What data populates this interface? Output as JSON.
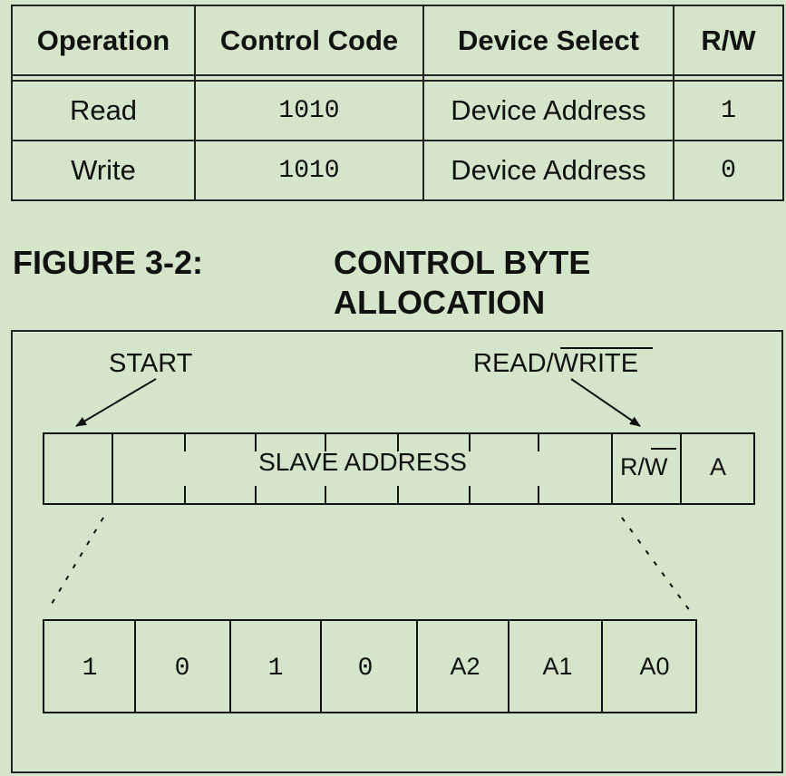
{
  "table": {
    "headers": [
      "Operation",
      "Control Code",
      "Device Select",
      "R/W"
    ],
    "rows": [
      [
        "Read",
        "1010",
        "Device Address",
        "1"
      ],
      [
        "Write",
        "1010",
        "Device Address",
        "0"
      ]
    ]
  },
  "figure": {
    "label": "FIGURE 3-2:",
    "title": "CONTROL BYTE ALLOCATION",
    "start_label": "START",
    "rw_label_read": "READ/",
    "rw_label_write": "WRITE",
    "slave_address_label": "SLAVE ADDRESS",
    "rw_cell_r": "R/",
    "rw_cell_w": "W",
    "ack_cell": "A",
    "bits": [
      "1",
      "0",
      "1",
      "0",
      "A2",
      "A1",
      "A0"
    ]
  }
}
